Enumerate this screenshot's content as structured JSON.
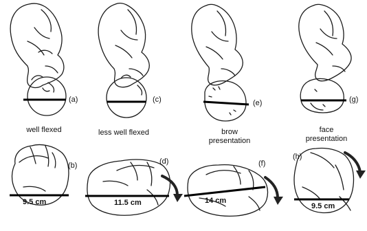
{
  "panels": {
    "a": {
      "letter": "(a)",
      "caption_lines": [
        "well flexed"
      ]
    },
    "c": {
      "letter": "(c)",
      "caption_lines": [
        "less well flexed"
      ]
    },
    "e": {
      "letter": "(e)",
      "caption_lines": [
        "brow",
        "presentation"
      ]
    },
    "g": {
      "letter": "(g)",
      "caption_lines": [
        "face",
        "presentation"
      ]
    },
    "b": {
      "letter": "(b)",
      "measurement": "9.5 cm"
    },
    "d": {
      "letter": "(d)",
      "measurement": "11.5 cm"
    },
    "f": {
      "letter": "(f)",
      "measurement": "14 cm"
    },
    "h": {
      "letter": "(h)",
      "measurement": "9.5 cm"
    }
  },
  "colors": {
    "ink": "#1a1a1a",
    "diameter_line": "#000000",
    "arrow": "#222222"
  },
  "icons": [
    "fetus-outline",
    "fetal-skull-outline",
    "curved-arrow-icon"
  ]
}
